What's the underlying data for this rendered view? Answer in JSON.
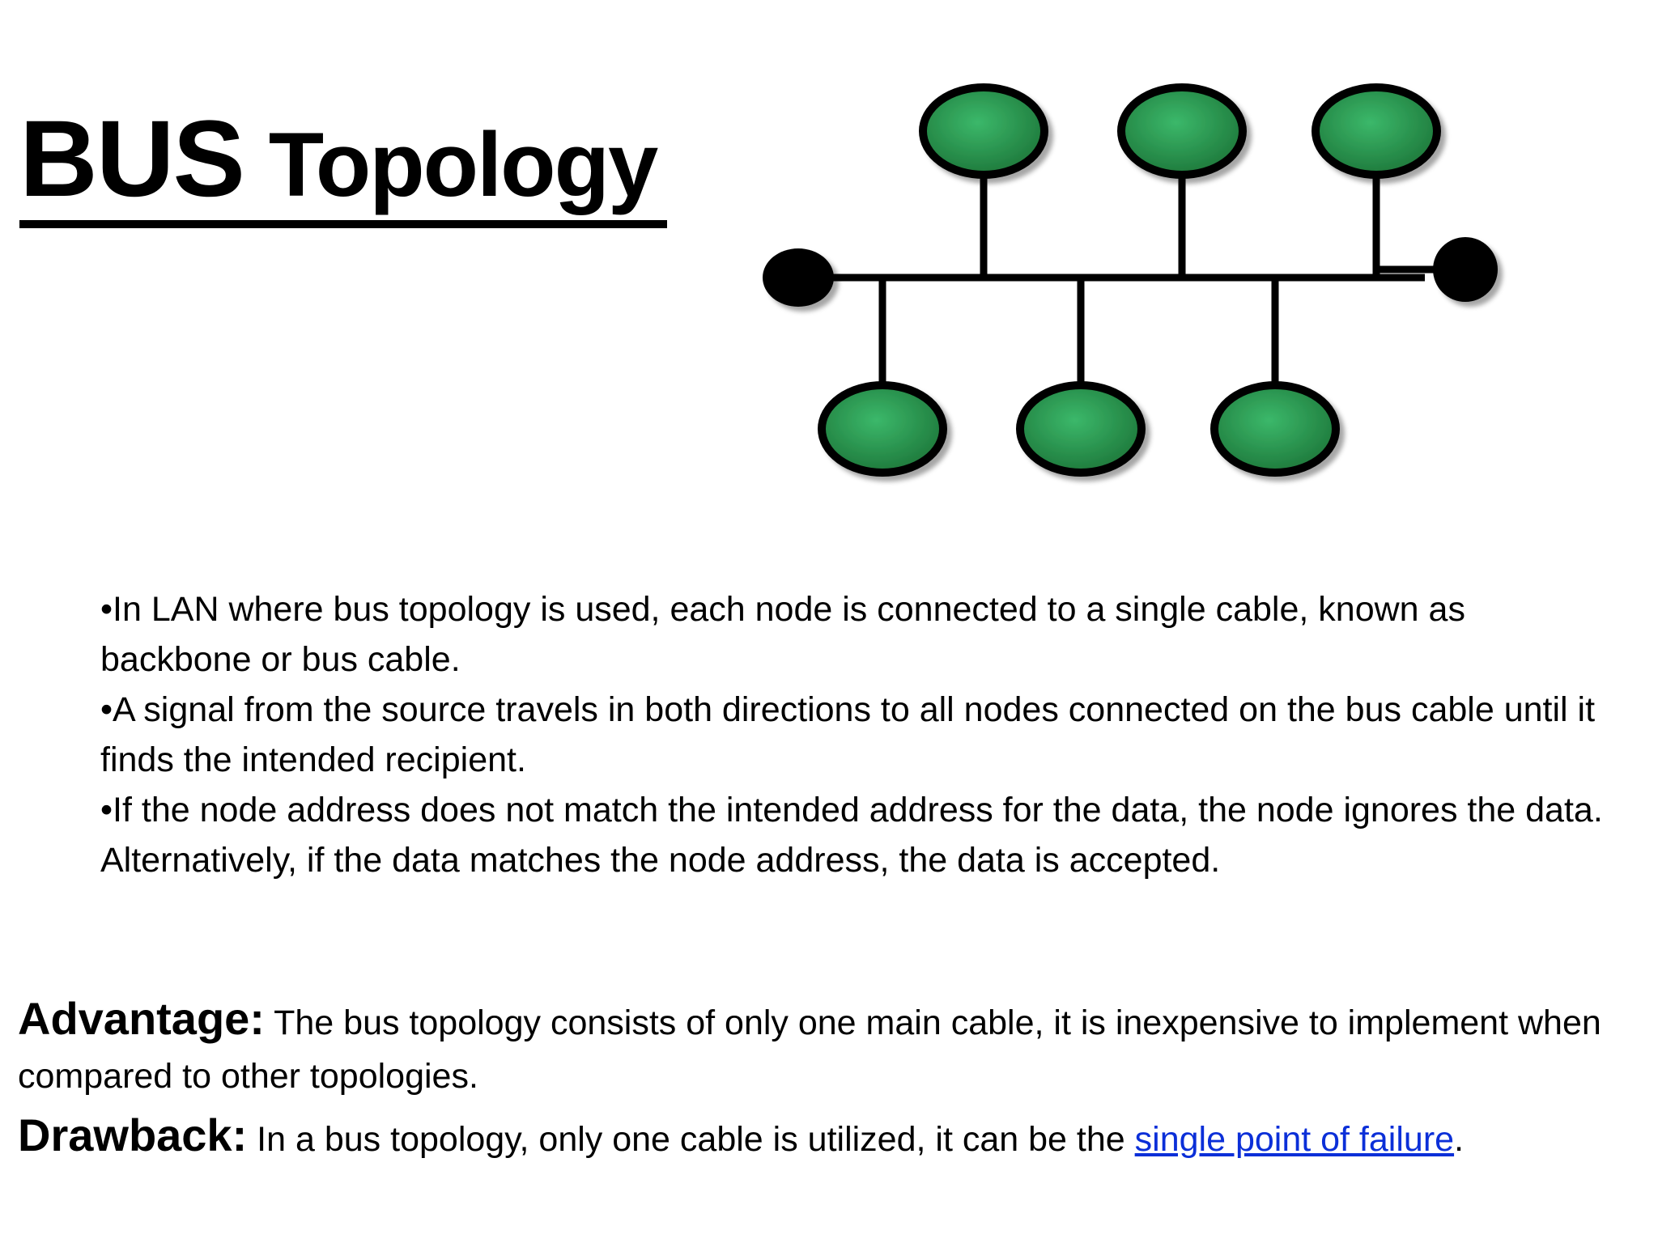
{
  "slide": {
    "title_part1": "BUS",
    "title_part2": "Topology",
    "bullets": [
      "•In LAN where bus topology is used, each node is connected to a single cable, known as backbone or bus cable.",
      "•A signal from the source travels in both directions to all nodes connected on the bus cable until it finds the intended recipient.",
      "•If the node address does not match the intended address for the data, the node ignores the data. Alternatively, if the data matches the node address, the data is accepted."
    ],
    "advantage_label": "Advantage:",
    "advantage_text": " The bus topology consists of only one main cable, it is inexpensive to implement when compared to other topologies.",
    "drawback_label": "Drawback:",
    "drawback_text": " In a bus topology, only one cable is utilized, it can be the ",
    "drawback_link": "single point of failure",
    "drawback_end": "."
  },
  "diagram": {
    "node_color": "#2e9e4f",
    "terminator_color": "#000000",
    "top_nodes": 3,
    "bottom_nodes": 3,
    "terminators": 2
  }
}
